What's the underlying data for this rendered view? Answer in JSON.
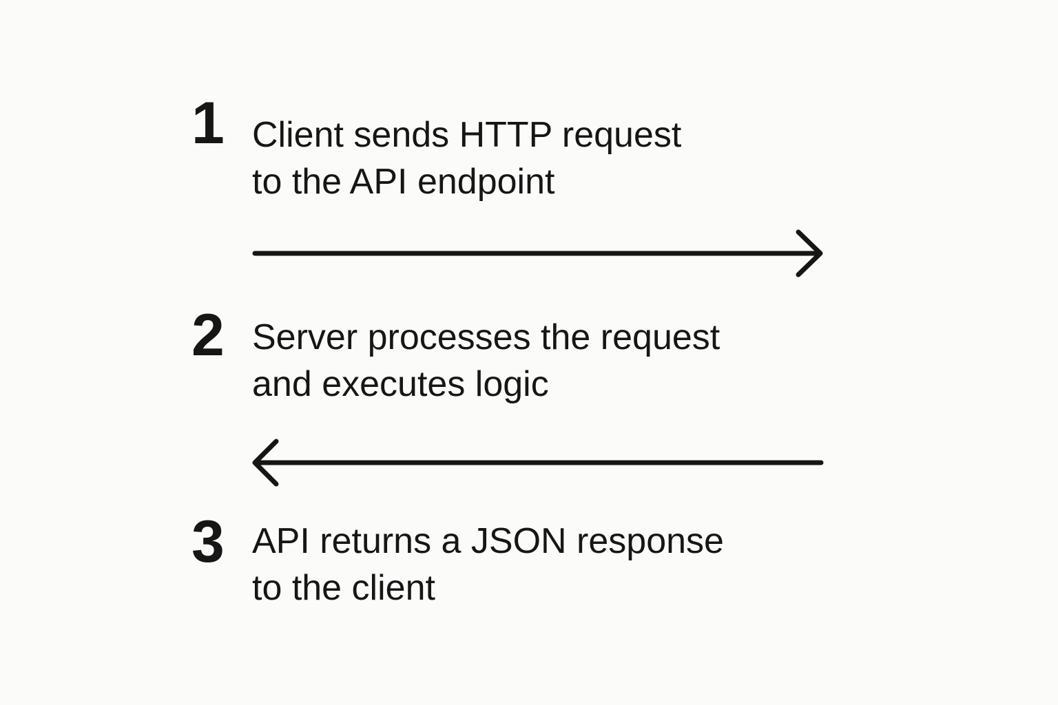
{
  "steps": [
    {
      "number": "1",
      "lines": [
        "Client sends HTTP request",
        "to the API endpoint"
      ]
    },
    {
      "number": "2",
      "lines": [
        "Server processes the request",
        "and executes logic"
      ]
    },
    {
      "number": "3",
      "lines": [
        "API returns a JSON response",
        "to the client"
      ]
    }
  ],
  "arrows": [
    {
      "direction": "right",
      "icon": "arrow-right-icon"
    },
    {
      "direction": "left",
      "icon": "arrow-left-icon"
    }
  ],
  "colors": {
    "background": "#fbfbf9",
    "ink": "#161616"
  }
}
